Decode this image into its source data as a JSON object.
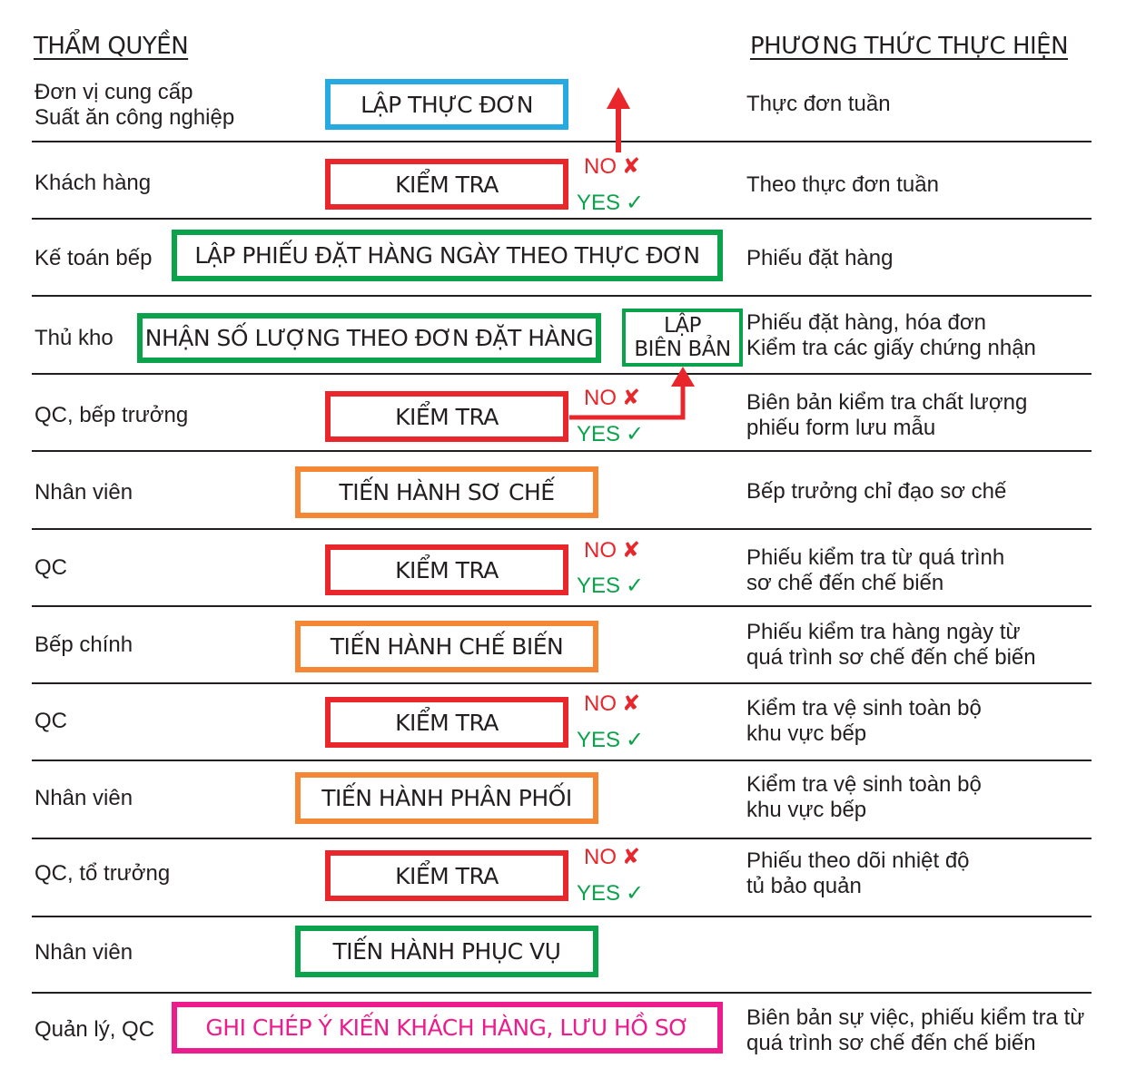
{
  "headers": {
    "authority": "THẨM QUYỀN",
    "method": "PHƯƠNG THỨC THỰC HIỆN"
  },
  "colors": {
    "blue": "#27a9e1",
    "red": "#e8262b",
    "green": "#0aa24a",
    "orange": "#f58634",
    "magenta": "#ec1c8c",
    "line": "#231f20"
  },
  "decision": {
    "no": "NO",
    "yes": "YES",
    "no_icon": "cross-icon",
    "yes_icon": "check-icon"
  },
  "rows": [
    {
      "role": "Đơn vị cung cấp\nSuất ăn công nghiệp",
      "step": "LẬP THỰC ĐƠN",
      "step_color": "blue",
      "method": "Thực đơn tuần"
    },
    {
      "role": "Khách hàng",
      "step": "KIỂM TRA",
      "step_color": "red",
      "method": "Theo thực đơn tuần"
    },
    {
      "role": "Kế toán bếp",
      "step": "LẬP PHIẾU ĐẶT HÀNG NGÀY THEO THỰC ĐƠN",
      "step_color": "green",
      "method": "Phiếu đặt hàng"
    },
    {
      "role": "Thủ kho",
      "step": "NHẬN SỐ LƯỢNG THEO ĐƠN ĐẶT HÀNG",
      "step_color": "green",
      "side_step": "LẬP\nBIÊN BẢN",
      "method": "Phiếu đặt hàng, hóa đơn\nKiểm tra các giấy chứng nhận"
    },
    {
      "role": "QC, bếp trưởng",
      "step": "KIỂM TRA",
      "step_color": "red",
      "method": "Biên bản kiểm tra chất lượng\nphiếu form lưu mẫu"
    },
    {
      "role": "Nhân viên",
      "step": "TIẾN HÀNH SƠ CHẾ",
      "step_color": "orange",
      "method": "Bếp trưởng chỉ đạo sơ chế"
    },
    {
      "role": "QC",
      "step": "KIỂM TRA",
      "step_color": "red",
      "method": "Phiếu kiểm tra từ quá trình\nsơ chế đến chế biến"
    },
    {
      "role": "Bếp chính",
      "step": "TIẾN HÀNH CHẾ BIẾN",
      "step_color": "orange",
      "method": "Phiếu kiểm tra hàng ngày từ\nquá trình sơ chế đến chế biến"
    },
    {
      "role": "QC",
      "step": "KIỂM TRA",
      "step_color": "red",
      "method": "Kiểm tra vệ sinh toàn bộ\nkhu vực bếp"
    },
    {
      "role": "Nhân viên",
      "step": "TIẾN HÀNH PHÂN PHỐI",
      "step_color": "orange",
      "method": "Kiểm tra vệ sinh toàn bộ\nkhu vực bếp"
    },
    {
      "role": "QC, tổ trưởng",
      "step": "KIỂM TRA",
      "step_color": "red",
      "method": "Phiếu theo dõi nhiệt độ\ntủ bảo quản"
    },
    {
      "role": "Nhân viên",
      "step": "TIẾN HÀNH PHỤC VỤ",
      "step_color": "green",
      "method": ""
    },
    {
      "role": "Quản lý, QC",
      "step": "GHI CHÉP Ý KIẾN KHÁCH HÀNG, LƯU HỒ SƠ",
      "step_color": "magenta",
      "method": "Biên bản sự việc, phiếu kiểm tra từ\nquá trình sơ chế đến chế biến"
    }
  ]
}
